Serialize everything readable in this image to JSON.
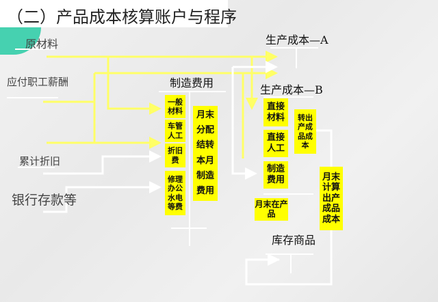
{
  "title": "（二）产品成本核算账户与程序",
  "sources": {
    "raw_material": "原材料",
    "payroll": "应付职工薪酬",
    "depreciation": "累计折旧",
    "bank_deposit": "银行存款等"
  },
  "overhead": {
    "header": "制造费用",
    "items": [
      "一般材料",
      "车管人工",
      "折旧费",
      "修理办公水电等费"
    ],
    "allocation": "月末分配结转本月制造费用"
  },
  "production_cost_a": {
    "header": "生产成本—A"
  },
  "production_cost_b": {
    "header": "生产成本—B",
    "items": [
      "直接材料",
      "直接人工",
      "制造费用"
    ],
    "transfer_out": "转出产成品成本",
    "wip": "月末在产品"
  },
  "month_end_calc": "月末计算出产成品成本",
  "inventory": {
    "header": "库存商品"
  },
  "colors": {
    "arrow_yellow": "#ffff66",
    "box_yellow": "#ffff00",
    "teal": "#46d1b0"
  }
}
